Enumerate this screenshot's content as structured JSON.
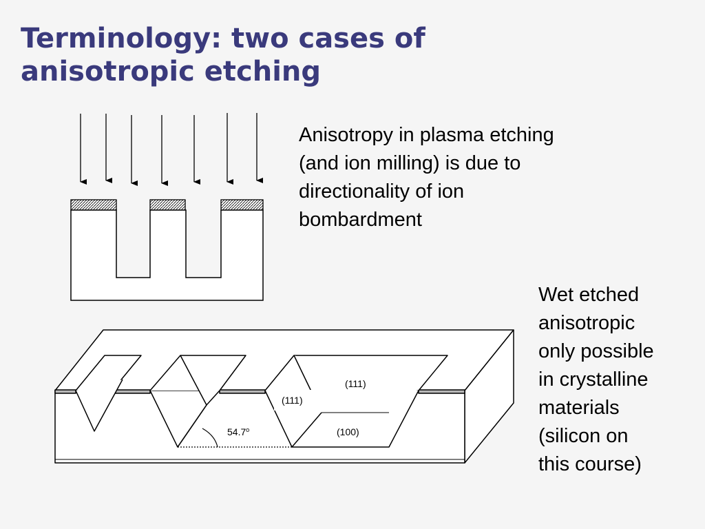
{
  "slide": {
    "title_lines": [
      "Terminology: two cases of",
      "anisotropic etching"
    ],
    "plasma_text_lines": [
      "Anisotropy in plasma etching",
      "(and ion milling) is due to",
      "directionality of ion",
      "bombardment"
    ],
    "wet_text_lines": [
      "Wet etched",
      "anisotropic",
      "only possible",
      "in crystalline",
      "materials",
      "(silicon on",
      "this course)"
    ]
  },
  "diagram": {
    "labels": {
      "plane_111_right": "(111)",
      "plane_111_left": "(111)",
      "plane_100": "(100)",
      "angle": "54.7",
      "angle_unit": "o"
    }
  }
}
